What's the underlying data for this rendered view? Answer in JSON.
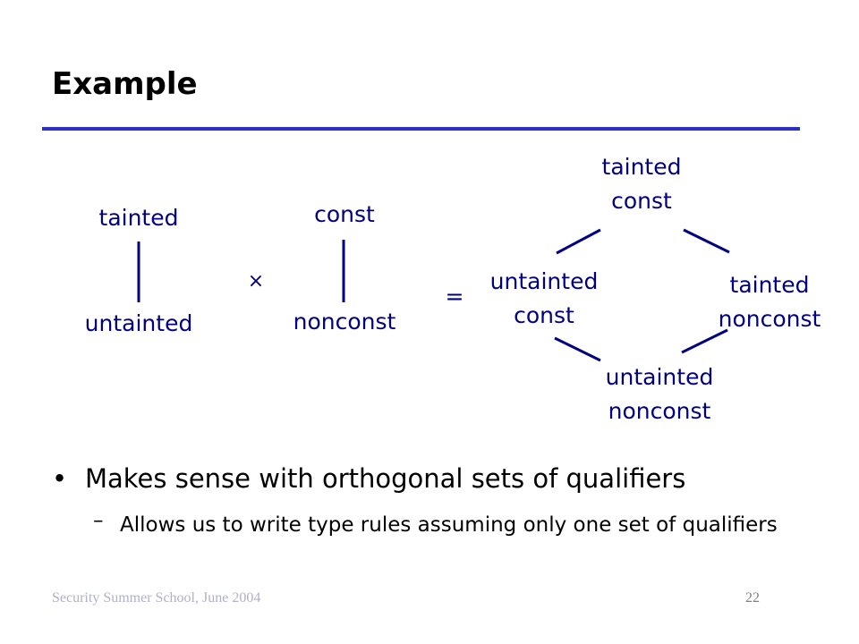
{
  "slide": {
    "title": "Example",
    "accent_color": "#000080",
    "rule_color": "#2e2ec8"
  },
  "diagram": {
    "left_lattice": {
      "top": "tainted",
      "bottom": "untainted"
    },
    "middle_lattice": {
      "top": "const",
      "bottom": "nonconst"
    },
    "times_symbol": "×",
    "equals_symbol": "=",
    "product_lattice": {
      "top": [
        "tainted",
        "const"
      ],
      "left": [
        "untainted",
        "const"
      ],
      "right": [
        "tainted",
        "nonconst"
      ],
      "bottom": [
        "untainted",
        "nonconst"
      ]
    }
  },
  "bullets": [
    {
      "text": "Makes sense with orthogonal sets of qualifiers",
      "sub": [
        "Allows us to write type rules assuming only one set of qualifiers"
      ]
    }
  ],
  "bullet_symbol": "•",
  "dash_symbol": "–",
  "footer": {
    "left": "Security Summer School, June 2004",
    "page_number": "22"
  }
}
